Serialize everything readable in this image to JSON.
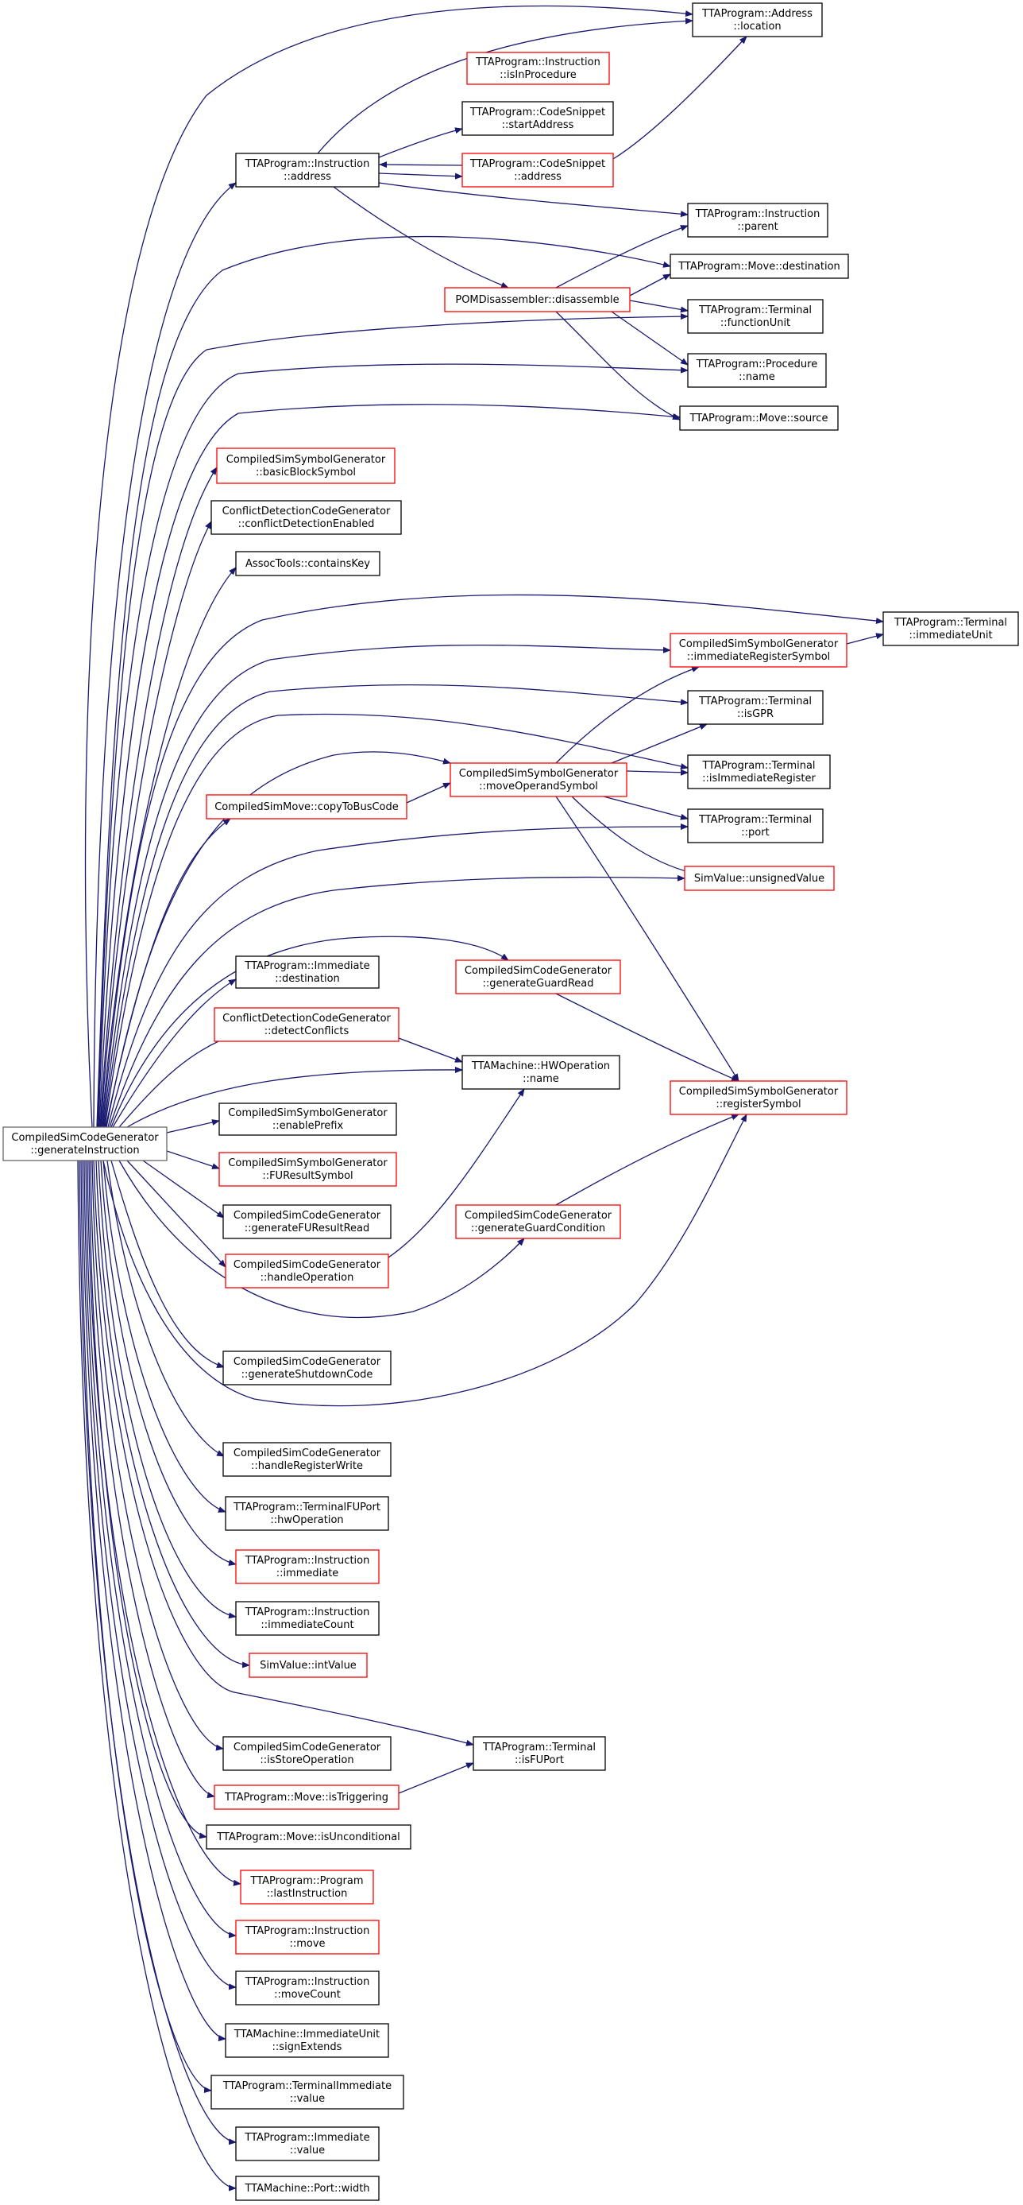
{
  "colors": {
    "edge": "#191970",
    "link": "#000000",
    "undocumented": "#ff0000",
    "root_fill": "#bfbfbf"
  },
  "nodes": [
    {
      "id": "root",
      "lines": [
        "CompiledSimCodeGenerator",
        "::generateInstruction"
      ],
      "status": "root"
    },
    {
      "id": "addr_location",
      "lines": [
        "TTAProgram::Address",
        "::location"
      ],
      "status": "link"
    },
    {
      "id": "instr_isInProcedure",
      "lines": [
        "TTAProgram::Instruction",
        "::isInProcedure"
      ],
      "status": "undocumented"
    },
    {
      "id": "cs_startAddress",
      "lines": [
        "TTAProgram::CodeSnippet",
        "::startAddress"
      ],
      "status": "link"
    },
    {
      "id": "instr_address",
      "lines": [
        "TTAProgram::Instruction",
        "::address"
      ],
      "status": "link"
    },
    {
      "id": "cs_address",
      "lines": [
        "TTAProgram::CodeSnippet",
        "::address"
      ],
      "status": "undocumented"
    },
    {
      "id": "instr_parent",
      "lines": [
        "TTAProgram::Instruction",
        "::parent"
      ],
      "status": "link"
    },
    {
      "id": "move_destination",
      "lines": [
        "TTAProgram::Move::destination"
      ],
      "status": "link"
    },
    {
      "id": "pom_disassemble",
      "lines": [
        "POMDisassembler::disassemble"
      ],
      "status": "undocumented"
    },
    {
      "id": "term_functionUnit",
      "lines": [
        "TTAProgram::Terminal",
        "::functionUnit"
      ],
      "status": "link"
    },
    {
      "id": "proc_name",
      "lines": [
        "TTAProgram::Procedure",
        "::name"
      ],
      "status": "link"
    },
    {
      "id": "move_source",
      "lines": [
        "TTAProgram::Move::source"
      ],
      "status": "link"
    },
    {
      "id": "css_basicBlockSymbol",
      "lines": [
        "CompiledSimSymbolGenerator",
        "::basicBlockSymbol"
      ],
      "status": "undocumented"
    },
    {
      "id": "cdcg_enabled",
      "lines": [
        "ConflictDetectionCodeGenerator",
        "::conflictDetectionEnabled"
      ],
      "status": "link"
    },
    {
      "id": "assoc_containsKey",
      "lines": [
        "AssocTools::containsKey"
      ],
      "status": "link"
    },
    {
      "id": "term_immediateUnit",
      "lines": [
        "TTAProgram::Terminal",
        "::immediateUnit"
      ],
      "status": "link"
    },
    {
      "id": "css_immRegSymbol",
      "lines": [
        "CompiledSimSymbolGenerator",
        "::immediateRegisterSymbol"
      ],
      "status": "undocumented"
    },
    {
      "id": "term_isGPR",
      "lines": [
        "TTAProgram::Terminal",
        "::isGPR"
      ],
      "status": "link"
    },
    {
      "id": "term_isImmReg",
      "lines": [
        "TTAProgram::Terminal",
        "::isImmediateRegister"
      ],
      "status": "link"
    },
    {
      "id": "csm_copyToBusCode",
      "lines": [
        "CompiledSimMove::copyToBusCode"
      ],
      "status": "undocumented"
    },
    {
      "id": "css_moveOperandSymbol",
      "lines": [
        "CompiledSimSymbolGenerator",
        "::moveOperandSymbol"
      ],
      "status": "undocumented"
    },
    {
      "id": "term_port",
      "lines": [
        "TTAProgram::Terminal",
        "::port"
      ],
      "status": "link"
    },
    {
      "id": "sv_unsignedValue",
      "lines": [
        "SimValue::unsignedValue"
      ],
      "status": "undocumented"
    },
    {
      "id": "imm_destination",
      "lines": [
        "TTAProgram::Immediate",
        "::destination"
      ],
      "status": "link"
    },
    {
      "id": "cscg_genGuardRead",
      "lines": [
        "CompiledSimCodeGenerator",
        "::generateGuardRead"
      ],
      "status": "undocumented"
    },
    {
      "id": "cdcg_detectConflicts",
      "lines": [
        "ConflictDetectionCodeGenerator",
        "::detectConflicts"
      ],
      "status": "undocumented"
    },
    {
      "id": "hwop_name",
      "lines": [
        "TTAMachine::HWOperation",
        "::name"
      ],
      "status": "link"
    },
    {
      "id": "css_registerSymbol",
      "lines": [
        "CompiledSimSymbolGenerator",
        "::registerSymbol"
      ],
      "status": "undocumented"
    },
    {
      "id": "css_enablePrefix",
      "lines": [
        "CompiledSimSymbolGenerator",
        "::enablePrefix"
      ],
      "status": "link"
    },
    {
      "id": "css_FUResultSymbol",
      "lines": [
        "CompiledSimSymbolGenerator",
        "::FUResultSymbol"
      ],
      "status": "undocumented"
    },
    {
      "id": "cscg_genFUResultRead",
      "lines": [
        "CompiledSimCodeGenerator",
        "::generateFUResultRead"
      ],
      "status": "link"
    },
    {
      "id": "cscg_genGuardCondition",
      "lines": [
        "CompiledSimCodeGenerator",
        "::generateGuardCondition"
      ],
      "status": "undocumented"
    },
    {
      "id": "cscg_handleOperation",
      "lines": [
        "CompiledSimCodeGenerator",
        "::handleOperation"
      ],
      "status": "undocumented"
    },
    {
      "id": "cscg_genShutdownCode",
      "lines": [
        "CompiledSimCodeGenerator",
        "::generateShutdownCode"
      ],
      "status": "link"
    },
    {
      "id": "cscg_handleRegisterWrite",
      "lines": [
        "CompiledSimCodeGenerator",
        "::handleRegisterWrite"
      ],
      "status": "link"
    },
    {
      "id": "tfup_hwOperation",
      "lines": [
        "TTAProgram::TerminalFUPort",
        "::hwOperation"
      ],
      "status": "link"
    },
    {
      "id": "instr_immediate",
      "lines": [
        "TTAProgram::Instruction",
        "::immediate"
      ],
      "status": "undocumented"
    },
    {
      "id": "instr_immediateCount",
      "lines": [
        "TTAProgram::Instruction",
        "::immediateCount"
      ],
      "status": "link"
    },
    {
      "id": "sv_intValue",
      "lines": [
        "SimValue::intValue"
      ],
      "status": "undocumented"
    },
    {
      "id": "cscg_isStoreOperation",
      "lines": [
        "CompiledSimCodeGenerator",
        "::isStoreOperation"
      ],
      "status": "link"
    },
    {
      "id": "term_isFUPort",
      "lines": [
        "TTAProgram::Terminal",
        "::isFUPort"
      ],
      "status": "link"
    },
    {
      "id": "move_isTriggering",
      "lines": [
        "TTAProgram::Move::isTriggering"
      ],
      "status": "undocumented"
    },
    {
      "id": "move_isUnconditional",
      "lines": [
        "TTAProgram::Move::isUnconditional"
      ],
      "status": "link"
    },
    {
      "id": "prog_lastInstruction",
      "lines": [
        "TTAProgram::Program",
        "::lastInstruction"
      ],
      "status": "undocumented"
    },
    {
      "id": "instr_move",
      "lines": [
        "TTAProgram::Instruction",
        "::move"
      ],
      "status": "undocumented"
    },
    {
      "id": "instr_moveCount",
      "lines": [
        "TTAProgram::Instruction",
        "::moveCount"
      ],
      "status": "link"
    },
    {
      "id": "iu_signExtends",
      "lines": [
        "TTAMachine::ImmediateUnit",
        "::signExtends"
      ],
      "status": "link"
    },
    {
      "id": "ti_value",
      "lines": [
        "TTAProgram::TerminalImmediate",
        "::value"
      ],
      "status": "link"
    },
    {
      "id": "imm_value",
      "lines": [
        "TTAProgram::Immediate",
        "::value"
      ],
      "status": "link"
    },
    {
      "id": "port_width",
      "lines": [
        "TTAMachine::Port::width"
      ],
      "status": "link"
    }
  ]
}
